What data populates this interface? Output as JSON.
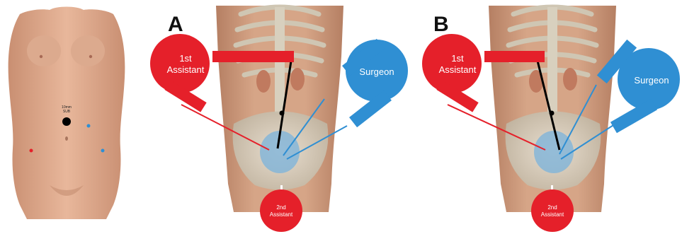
{
  "panels": {
    "a": {
      "letter": "A"
    },
    "b": {
      "letter": "B"
    }
  },
  "roles": {
    "first_assistant": {
      "line1": "1st",
      "line2": "Assistant"
    },
    "surgeon": {
      "label": "Surgeon"
    },
    "second_assistant": {
      "line1": "2nd",
      "line2": "Assistant"
    }
  },
  "port_labels": {
    "camera_line1": "10mm",
    "camera_line2": "SUB"
  },
  "colors": {
    "assistant_red": "#e5202a",
    "surgeon_blue": "#2f8fd3",
    "skin": "#d9a487",
    "bone": "#ddd6c6",
    "camera": "#000000"
  }
}
